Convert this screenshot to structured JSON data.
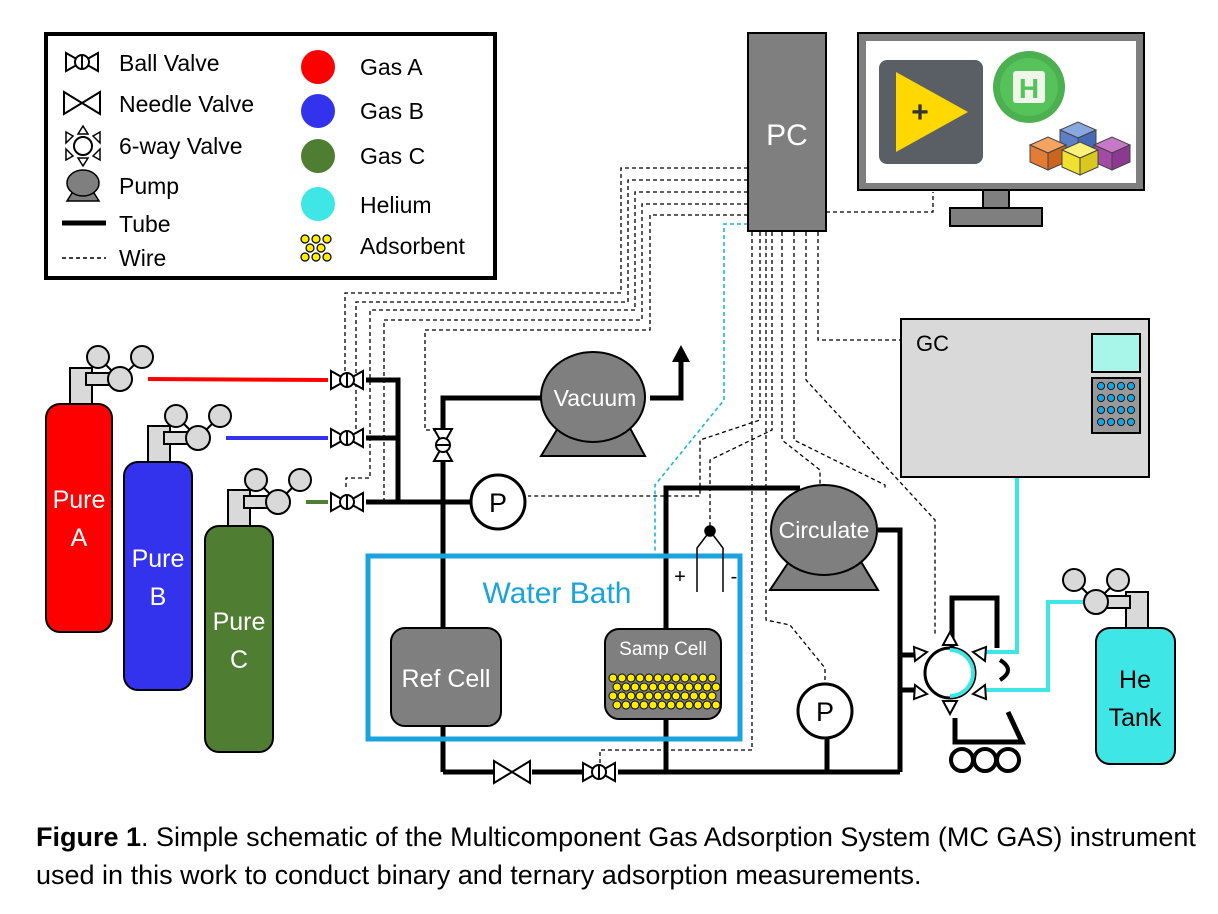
{
  "legend": {
    "items_left": [
      {
        "icon": "ball-valve-icon",
        "label": "Ball Valve"
      },
      {
        "icon": "needle-valve-icon",
        "label": "Needle Valve"
      },
      {
        "icon": "six-way-valve-icon",
        "label": "6-way Valve"
      },
      {
        "icon": "pump-icon",
        "label": "Pump"
      },
      {
        "icon": "tube-line-icon",
        "label": "Tube"
      },
      {
        "icon": "wire-line-icon",
        "label": "Wire"
      }
    ],
    "items_right": [
      {
        "icon": "gas-a-dot",
        "label": "Gas A",
        "color": "#ff0000"
      },
      {
        "icon": "gas-b-dot",
        "label": "Gas B",
        "color": "#3333ee"
      },
      {
        "icon": "gas-c-dot",
        "label": "Gas C",
        "color": "#4f7d32"
      },
      {
        "icon": "helium-dot",
        "label": "Helium",
        "color": "#3fe6e6"
      },
      {
        "icon": "adsorbent-icon",
        "label": "Adsorbent",
        "color": "#ffee00"
      }
    ]
  },
  "components": {
    "pc": "PC",
    "gc": "GC",
    "vacuum": "Vacuum",
    "circulate": "Circulate",
    "pressure_gauge": "P",
    "water_bath": "Water Bath",
    "ref_cell": "Ref Cell",
    "samp_cell": "Samp Cell",
    "thermocouple_plus": "+",
    "thermocouple_minus": "-",
    "software_logo_letter": "H",
    "software_play_symbol": "+"
  },
  "cylinders": [
    {
      "line1": "Pure",
      "line2": "A",
      "color": "#ff0000"
    },
    {
      "line1": "Pure",
      "line2": "B",
      "color": "#3333ee"
    },
    {
      "line1": "Pure",
      "line2": "C",
      "color": "#4f7d32"
    },
    {
      "line1": "He",
      "line2": "Tank",
      "color": "#3fe6e6"
    }
  ],
  "colors": {
    "gas_a": "#ff0000",
    "gas_b": "#3333ee",
    "gas_c": "#4f7d32",
    "helium": "#3fe6e6",
    "water_bath": "#1aa3dd",
    "equipment_gray": "#7f7f7f"
  },
  "caption": {
    "label": "Figure 1",
    "text": ". Simple schematic of the Multicomponent Gas Adsorption System (MC GAS) instrument used in this work to conduct binary and ternary adsorption measurements."
  }
}
